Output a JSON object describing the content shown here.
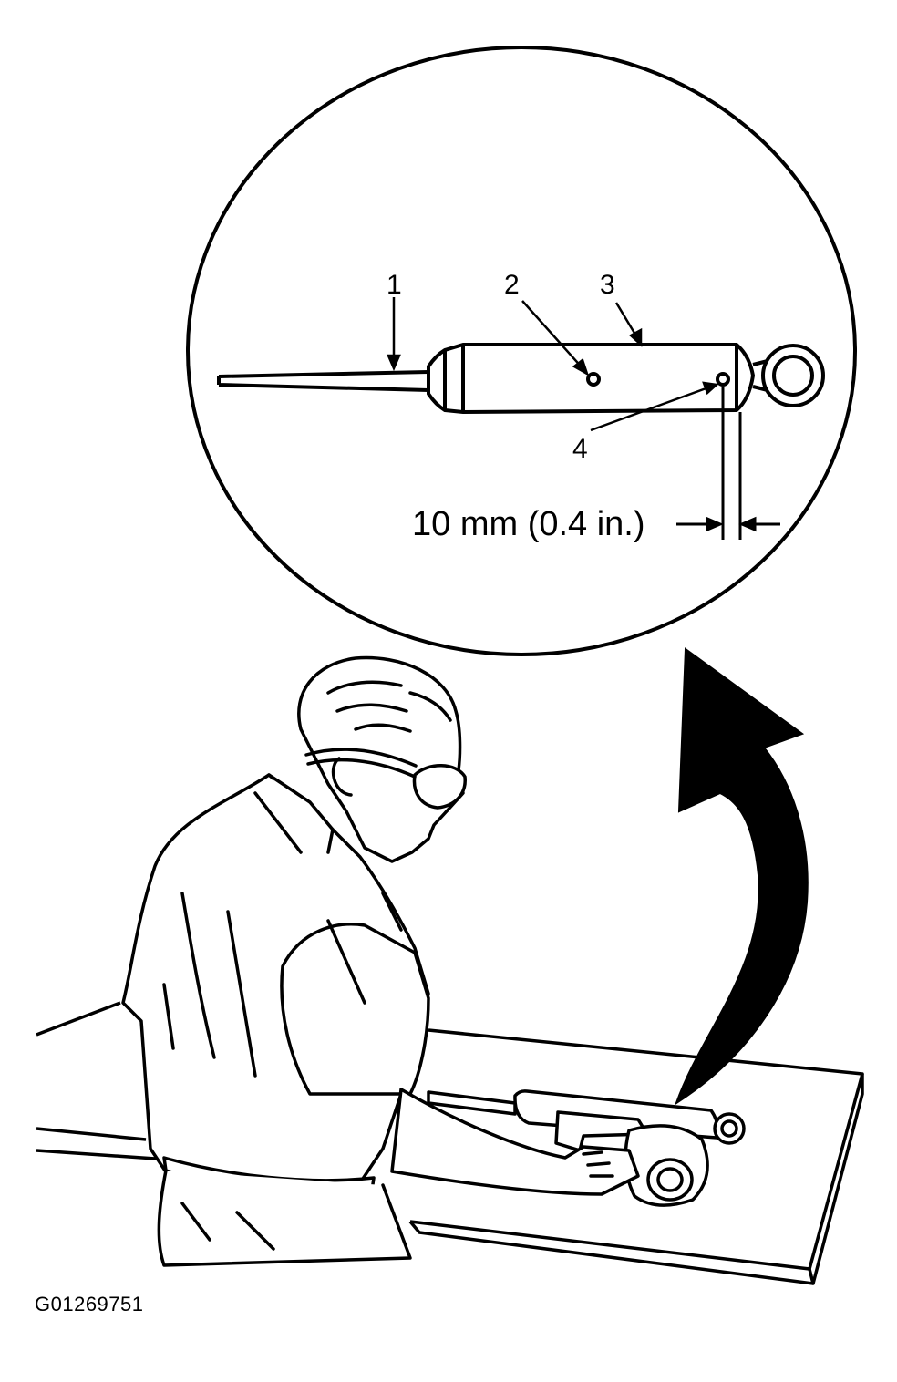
{
  "callouts": {
    "piston_rod": "1",
    "upper_hole": "2",
    "shock_body": "3",
    "drill_point": "4"
  },
  "dimension": {
    "label": "10 mm (0.4 in.)"
  },
  "figure_id": "G01269751"
}
